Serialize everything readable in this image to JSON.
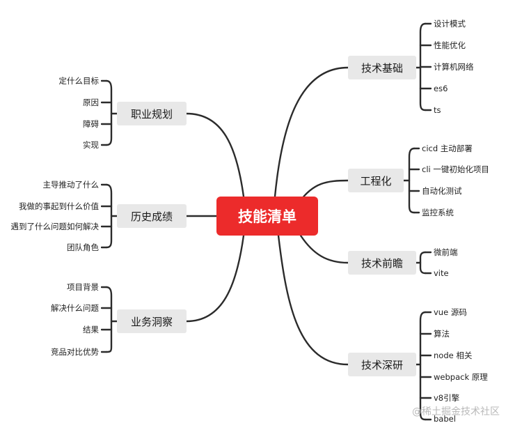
{
  "center": "技能清单",
  "branches": {
    "jishujichu": {
      "label": "技术基础",
      "items": [
        "设计模式",
        "性能优化",
        "计算机网络",
        "es6",
        "ts"
      ]
    },
    "gongchenghua": {
      "label": "工程化",
      "items": [
        "cicd 主动部署",
        "cli 一键初始化项目",
        "自动化测试",
        "监控系统"
      ]
    },
    "jishuqianzhan": {
      "label": "技术前瞻",
      "items": [
        "微前端",
        "vite"
      ]
    },
    "jishushenyan": {
      "label": "技术深研",
      "items": [
        "vue 源码",
        "算法",
        "node 相关",
        "webpack 原理",
        "v8引擎",
        "babel"
      ]
    },
    "zhiyeguihua": {
      "label": "职业规划",
      "items": [
        "定什么目标",
        "原因",
        "障碍",
        "实现"
      ]
    },
    "lishichengji": {
      "label": "历史成绩",
      "items": [
        "主导推动了什么",
        "我做的事起到什么价值",
        "遇到了什么问题如何解决",
        "团队角色"
      ]
    },
    "yewudongcha": {
      "label": "业务洞察",
      "items": [
        "项目背景",
        "解决什么问题",
        "结果",
        "竞品对比优势"
      ]
    }
  },
  "watermark": "@稀土掘金技术社区"
}
